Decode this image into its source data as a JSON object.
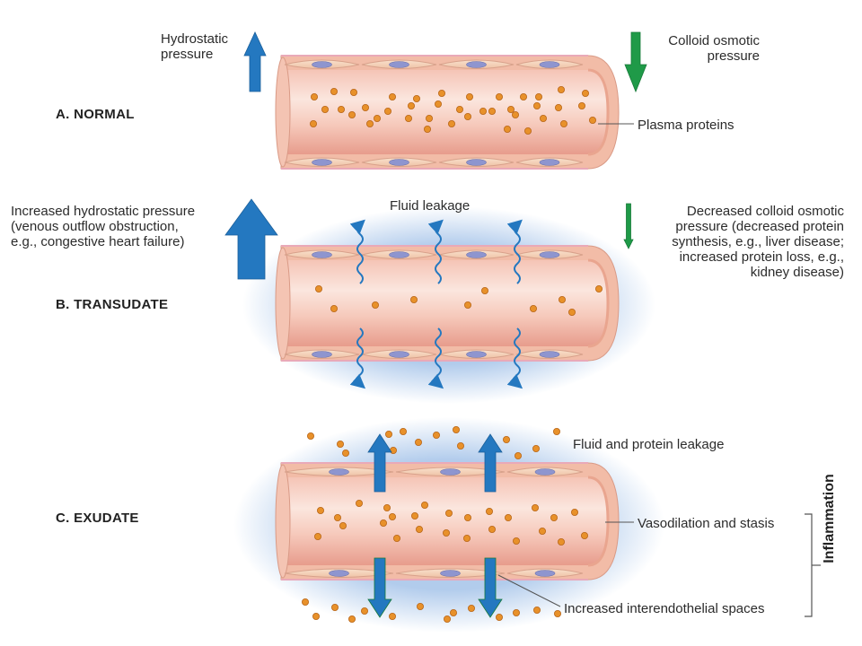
{
  "panels": {
    "a": {
      "title": "A. NORMAL",
      "hydrostatic": "Hydrostatic\npressure",
      "colloid": "Colloid osmotic\npressure",
      "plasma": "Plasma proteins"
    },
    "b": {
      "title": "B. TRANSUDATE",
      "hydrostatic": "Increased hydrostatic pressure\n(venous outflow obstruction,\ne.g., congestive heart failure)",
      "leakage": "Fluid leakage",
      "colloid": "Decreased colloid osmotic\npressure (decreased protein\nsynthesis, e.g., liver disease;\nincreased protein loss, e.g.,\nkidney disease)"
    },
    "c": {
      "title": "C. EXUDATE",
      "leakage": "Fluid and protein leakage",
      "vasodilation": "Vasodilation and stasis",
      "spaces": "Increased interendothelial spaces",
      "inflammation": "Inflammation"
    }
  },
  "colors": {
    "up_arrow": "#2478c0",
    "down_arrow": "#1f9a48",
    "protein": "#e8912a",
    "vessel_wall": "#f4cdb3",
    "lumen": "#f3b9a9",
    "edema_halo": "#a9c6ea",
    "nucleus": "#8e95cf"
  }
}
